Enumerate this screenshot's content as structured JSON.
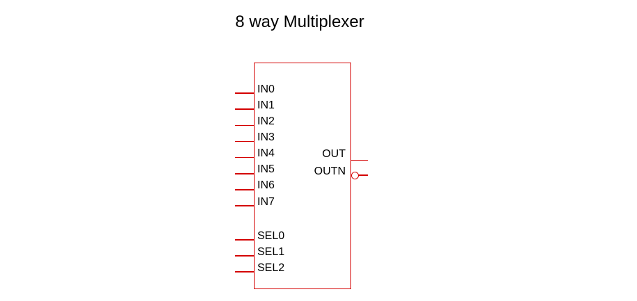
{
  "title": "8 way Multiplexer",
  "colors": {
    "line": "#d40000",
    "text": "#000000",
    "canvas": "#ffffff"
  },
  "symbol": {
    "name": "8 way Multiplexer",
    "input_pins": [
      {
        "label": "IN0"
      },
      {
        "label": "IN1"
      },
      {
        "label": "IN2"
      },
      {
        "label": "IN3"
      },
      {
        "label": "IN4"
      },
      {
        "label": "IN5"
      },
      {
        "label": "IN6"
      },
      {
        "label": "IN7"
      }
    ],
    "select_pins": [
      {
        "label": "SEL0"
      },
      {
        "label": "SEL1"
      },
      {
        "label": "SEL2"
      }
    ],
    "output_pins": [
      {
        "label": "OUT",
        "inverted": false
      },
      {
        "label": "OUTN",
        "inverted": true
      }
    ]
  }
}
